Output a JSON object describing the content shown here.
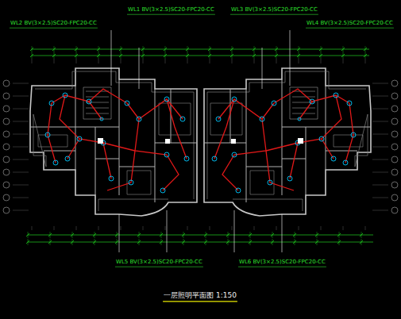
{
  "diagram": {
    "title": "一层照明平面图 1:150",
    "labels": [
      "WL1 BV(3×2.5)SC20-FPC20-CC",
      "WL2 BV(3×2.5)SC20-FPC20-CC",
      "WL3 BV(3×2.5)SC20-FPC20-CC",
      "WL4 BV(3×2.5)SC20-FPC20-CC",
      "WL5 BV(3×2.5)SC20-FPC20-CC",
      "WL6 BV(3×2.5)SC20-FPC20-CC"
    ]
  }
}
